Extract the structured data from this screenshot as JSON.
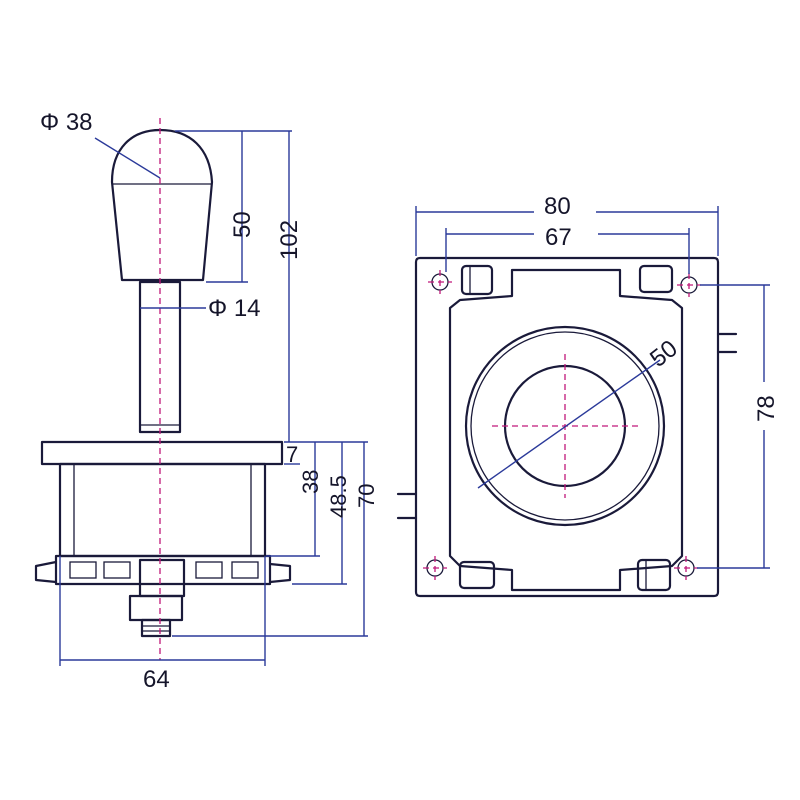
{
  "colors": {
    "outline": "#1a1a3a",
    "dimension": "#2b3a9a",
    "centerline": "#c0187a",
    "text": "#15152a"
  },
  "side_view": {
    "labels": {
      "knob_diameter": "Φ 38",
      "knob_height": "50",
      "total_height": "102",
      "shaft_diameter": "Φ 14",
      "plate_thickness": "7",
      "body_depth_1": "38",
      "body_depth_2": "48.5",
      "body_depth_3": "70",
      "base_width": "64"
    }
  },
  "top_view": {
    "labels": {
      "outer_width": "80",
      "hole_spacing_x": "67",
      "ring_diameter": "50",
      "hole_spacing_y": "78"
    }
  }
}
